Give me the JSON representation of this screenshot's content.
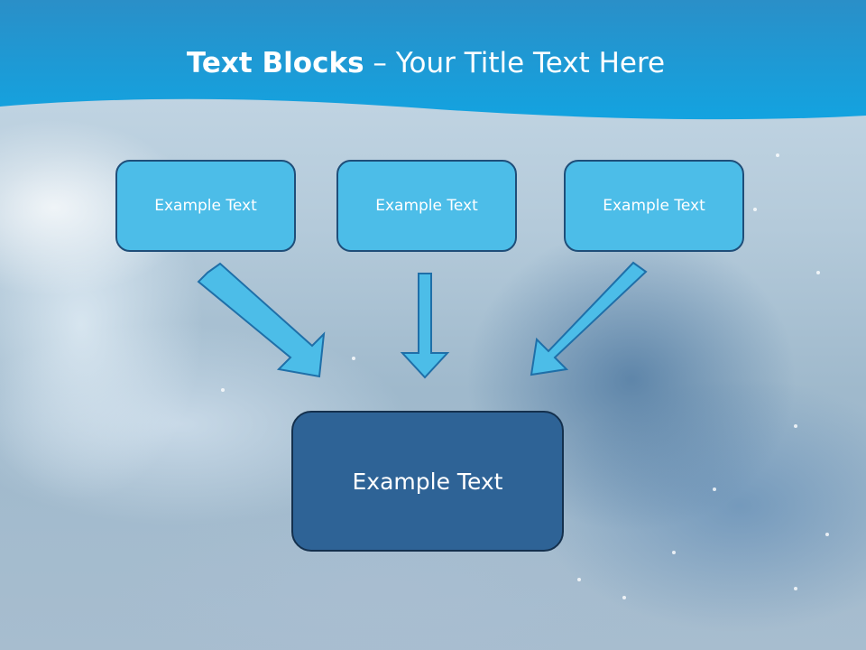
{
  "title": {
    "bold_part": "Text Blocks",
    "dash": " – ",
    "regular_part": "Your Title Text Here"
  },
  "boxes": {
    "left": "Example Text",
    "center": "Example Text",
    "right": "Example Text",
    "main": "Example Text"
  },
  "colors": {
    "header_blue": "#1a9ad6",
    "box_fill": "#4cbde8",
    "box_border": "#1f4e79",
    "main_fill": "#2e6396",
    "arrow_fill": "#4cbde8"
  }
}
